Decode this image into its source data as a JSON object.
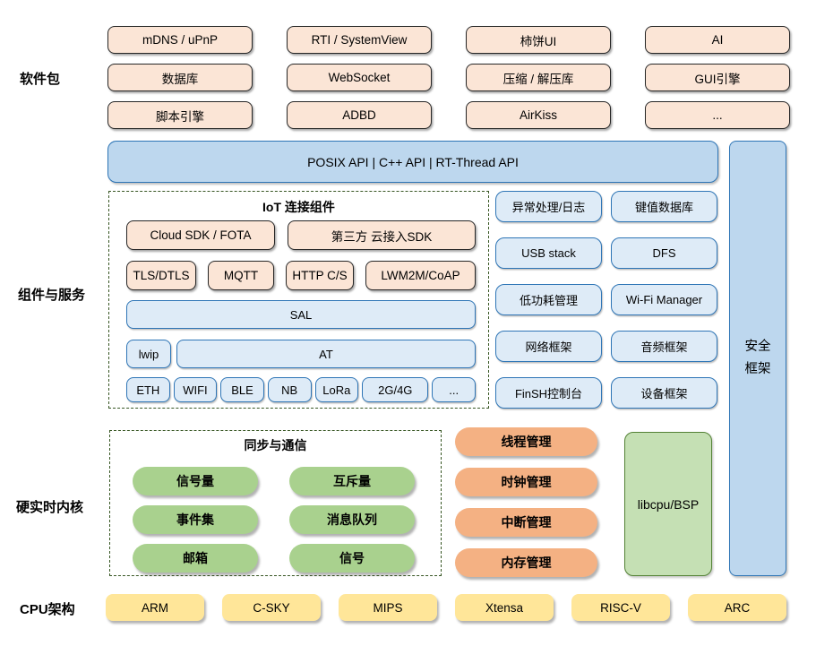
{
  "colors": {
    "peach_fill": "#FBE5D6",
    "blue_bar_fill": "#BDD7EE",
    "blue_light_fill": "#DEEBF7",
    "blue_border": "#2E75B6",
    "green_pill_fill": "#A9D18E",
    "green_box_fill": "#C5E0B4",
    "green_border": "#538135",
    "orange_pill_fill": "#F4B183",
    "yellow_fill": "#FFE699",
    "dashed_border": "#375623"
  },
  "section_labels": {
    "software": "软件包",
    "components": "组件与服务",
    "kernel": "硬实时内核",
    "cpu": "CPU架构"
  },
  "software_packages": {
    "rows": [
      [
        "mDNS / uPnP",
        "RTI / SystemView",
        "柿饼UI",
        "AI"
      ],
      [
        "数据库",
        "WebSocket",
        "压缩 / 解压库",
        "GUI引擎"
      ],
      [
        "脚本引擎",
        "ADBD",
        "AirKiss",
        "..."
      ]
    ]
  },
  "api_bar": {
    "label": "POSIX API | C++ API | RT-Thread API"
  },
  "security": {
    "label": "安全框架"
  },
  "iot": {
    "title": "IoT 连接组件",
    "row1": [
      "Cloud SDK / FOTA",
      "第三方 云接入SDK"
    ],
    "row2": [
      "TLS/DTLS",
      "MQTT",
      "HTTP C/S",
      "LWM2M/CoAP"
    ],
    "sal": "SAL",
    "row3": [
      "lwip",
      "AT"
    ],
    "row4": [
      "ETH",
      "WIFI",
      "BLE",
      "NB",
      "LoRa",
      "2G/4G",
      "..."
    ]
  },
  "services": {
    "rows": [
      [
        "异常处理/日志",
        "键值数据库"
      ],
      [
        "USB stack",
        "DFS"
      ],
      [
        "低功耗管理",
        "Wi-Fi Manager"
      ],
      [
        "网络框架",
        "音频框架"
      ],
      [
        "FinSH控制台",
        "设备框架"
      ]
    ]
  },
  "kernel": {
    "sync_title": "同步与通信",
    "sync_rows": [
      [
        "信号量",
        "互斥量"
      ],
      [
        "事件集",
        "消息队列"
      ],
      [
        "邮箱",
        "信号"
      ]
    ],
    "management": [
      "线程管理",
      "时钟管理",
      "中断管理",
      "内存管理"
    ],
    "libcpu": "libcpu/BSP"
  },
  "cpu_row": {
    "items": [
      "ARM",
      "C-SKY",
      "MIPS",
      "Xtensa",
      "RISC-V",
      "ARC"
    ]
  }
}
